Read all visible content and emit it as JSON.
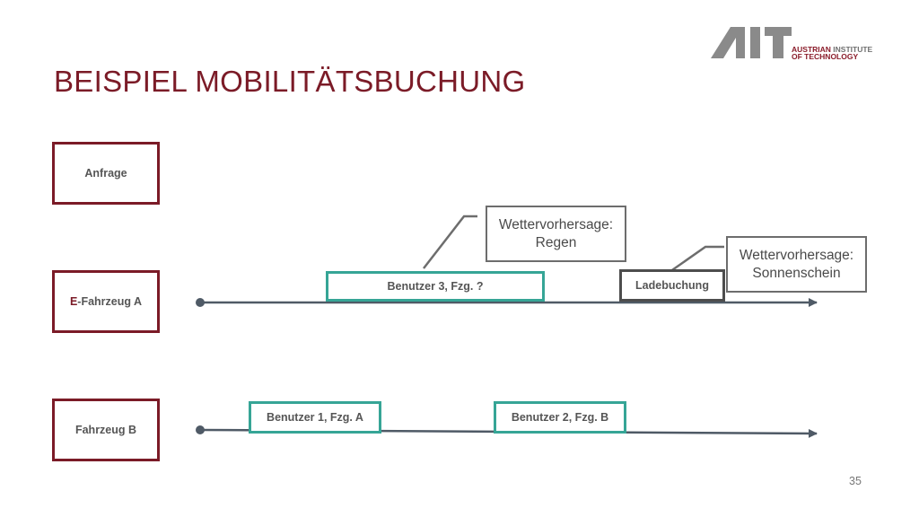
{
  "title": "BEISPIEL MOBILITÄTSBUCHUNG",
  "logo": {
    "line1_a": "AUSTRIAN",
    "line1_b": " INSTITUTE",
    "line2": "OF TECHNOLOGY",
    "brand_color": "#8a1c2a",
    "grey_color": "#7a7a7a"
  },
  "rows": {
    "anfrage": {
      "label": "Anfrage"
    },
    "efahrzeug": {
      "label_prefix": "E",
      "label_rest": "-Fahrzeug A"
    },
    "fahrzeugb": {
      "label": "Fahrzeug B"
    }
  },
  "bookings": {
    "benutzer3": "Benutzer 3, Fzg. ?",
    "ladebuchung": "Ladebuchung",
    "benutzer1": "Benutzer 1, Fzg. A",
    "benutzer2": "Benutzer 2, Fzg. B"
  },
  "callouts": {
    "regen": {
      "line1": "Wettervorhersage:",
      "line2": "Regen"
    },
    "sonne": {
      "line1": "Wettervorhersage:",
      "line2": "Sonnenschein"
    }
  },
  "page_number": "35",
  "colors": {
    "accent": "#7b1b27",
    "teal": "#36a596",
    "dark_border": "#4d4d4d",
    "timeline": "#4f5a66"
  }
}
